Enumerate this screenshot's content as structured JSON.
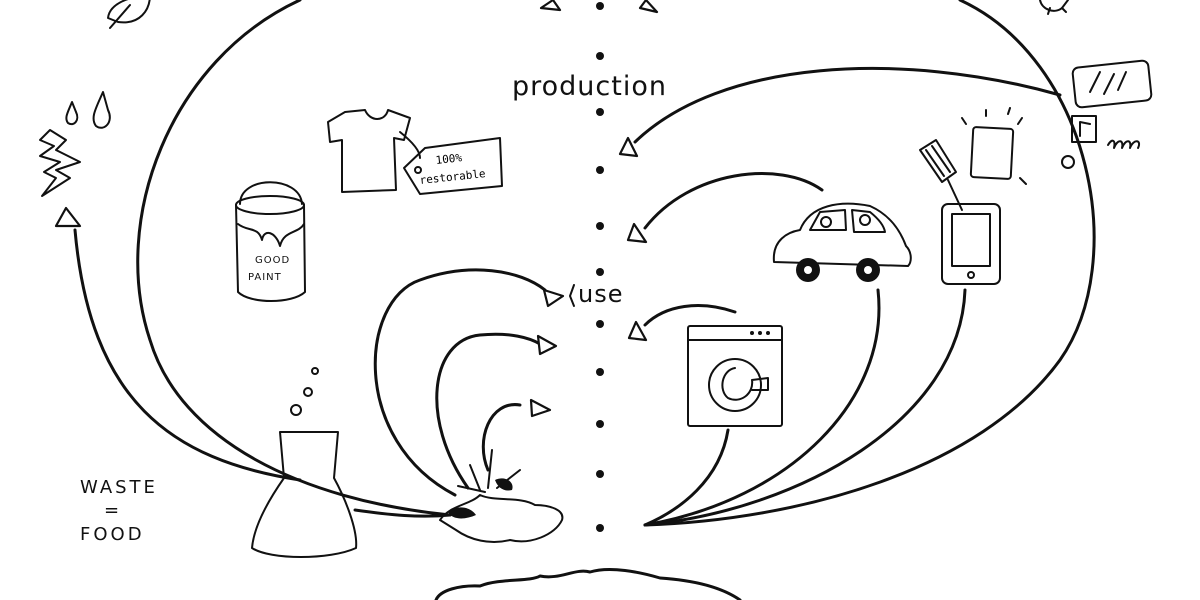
{
  "labels": {
    "production": "production",
    "use": "use",
    "waste_line1": "WASTE",
    "waste_line2": "=",
    "waste_line3": "FOOD",
    "tag_line1": "100%",
    "tag_line2": "restorable",
    "paint_line1": "GOOD",
    "paint_line2": "PAINT"
  },
  "icons": {
    "technical_cycle": [
      "car-icon",
      "smartphone-icon",
      "spatula-icon",
      "washing-machine-icon",
      "screen-icon",
      "music-icon",
      "gear-icon"
    ],
    "biological_cycle": [
      "t-shirt-icon",
      "price-tag-icon",
      "paint-can-icon",
      "flask-icon",
      "soil-plant-icon",
      "leaf-icon",
      "water-drops-icon",
      "lightning-icon"
    ]
  },
  "colors": {
    "ink": "#111111",
    "paper": "#ffffff"
  }
}
